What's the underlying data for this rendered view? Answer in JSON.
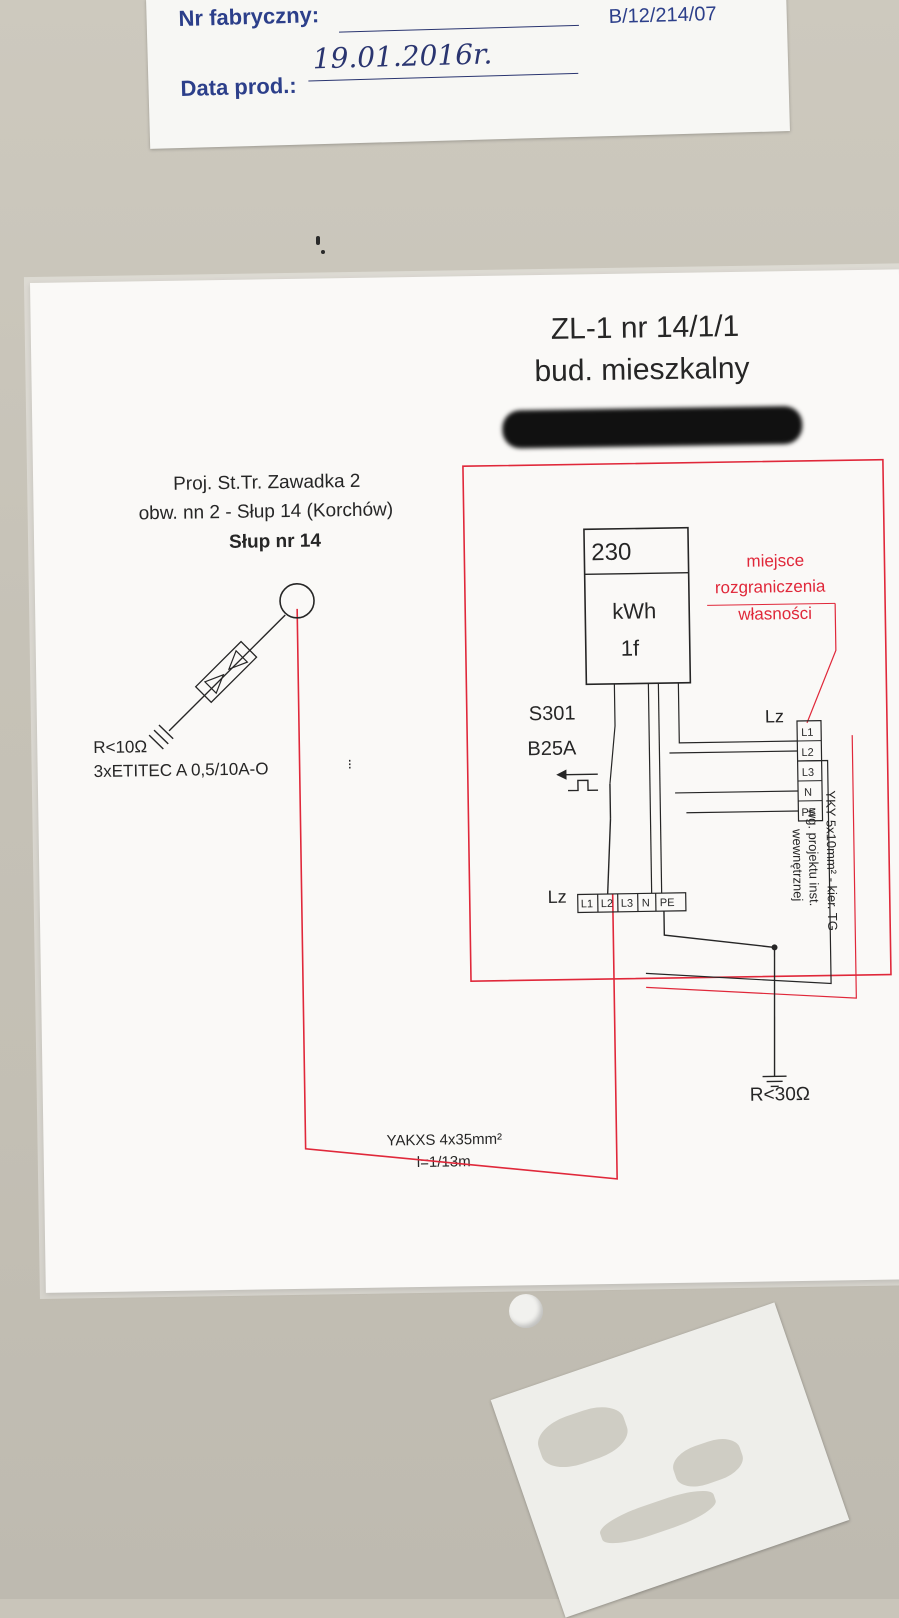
{
  "top_label": {
    "serial_label": "Nr fabryczny:",
    "date_label": "Data prod.:",
    "date_value": "19.01.2016r.",
    "code": "B/12/214/07"
  },
  "sheet": {
    "title_line1": "ZL-1 nr 14/1/1",
    "title_line2": "bud. mieszkalny",
    "pole_info": {
      "line1": "Proj. St.Tr. Zawadka 2",
      "line2": "obw. nn 2 - Słup 14 (Korchów)",
      "line3": "Słup nr 14"
    },
    "arrester": {
      "resistance": "R<10Ω",
      "model": "3xETITEC  A 0,5/10A-O"
    },
    "meter": {
      "voltage": "230",
      "unit": "kWh",
      "phase": "1f"
    },
    "breaker": {
      "model": "S301",
      "rating": "B25A"
    },
    "ownership_boundary": {
      "line1": "miejsce",
      "line2": "rozgraniczenia",
      "line3": "własności"
    },
    "terminal_label": "Lz",
    "terminals": [
      "L1",
      "L2",
      "L3",
      "N",
      "PE"
    ],
    "outgoing_cable": {
      "line1": "YKY 5x10mm² - kier. TG",
      "line2": "wg. projektu inst.",
      "line3": "wewnętrznej"
    },
    "ground": "R<30Ω",
    "supply_cable": {
      "type": "YAKXS 4x35mm²",
      "length": "l=1/13m"
    },
    "colors": {
      "red": "#e0283a",
      "ink": "#262626"
    }
  }
}
